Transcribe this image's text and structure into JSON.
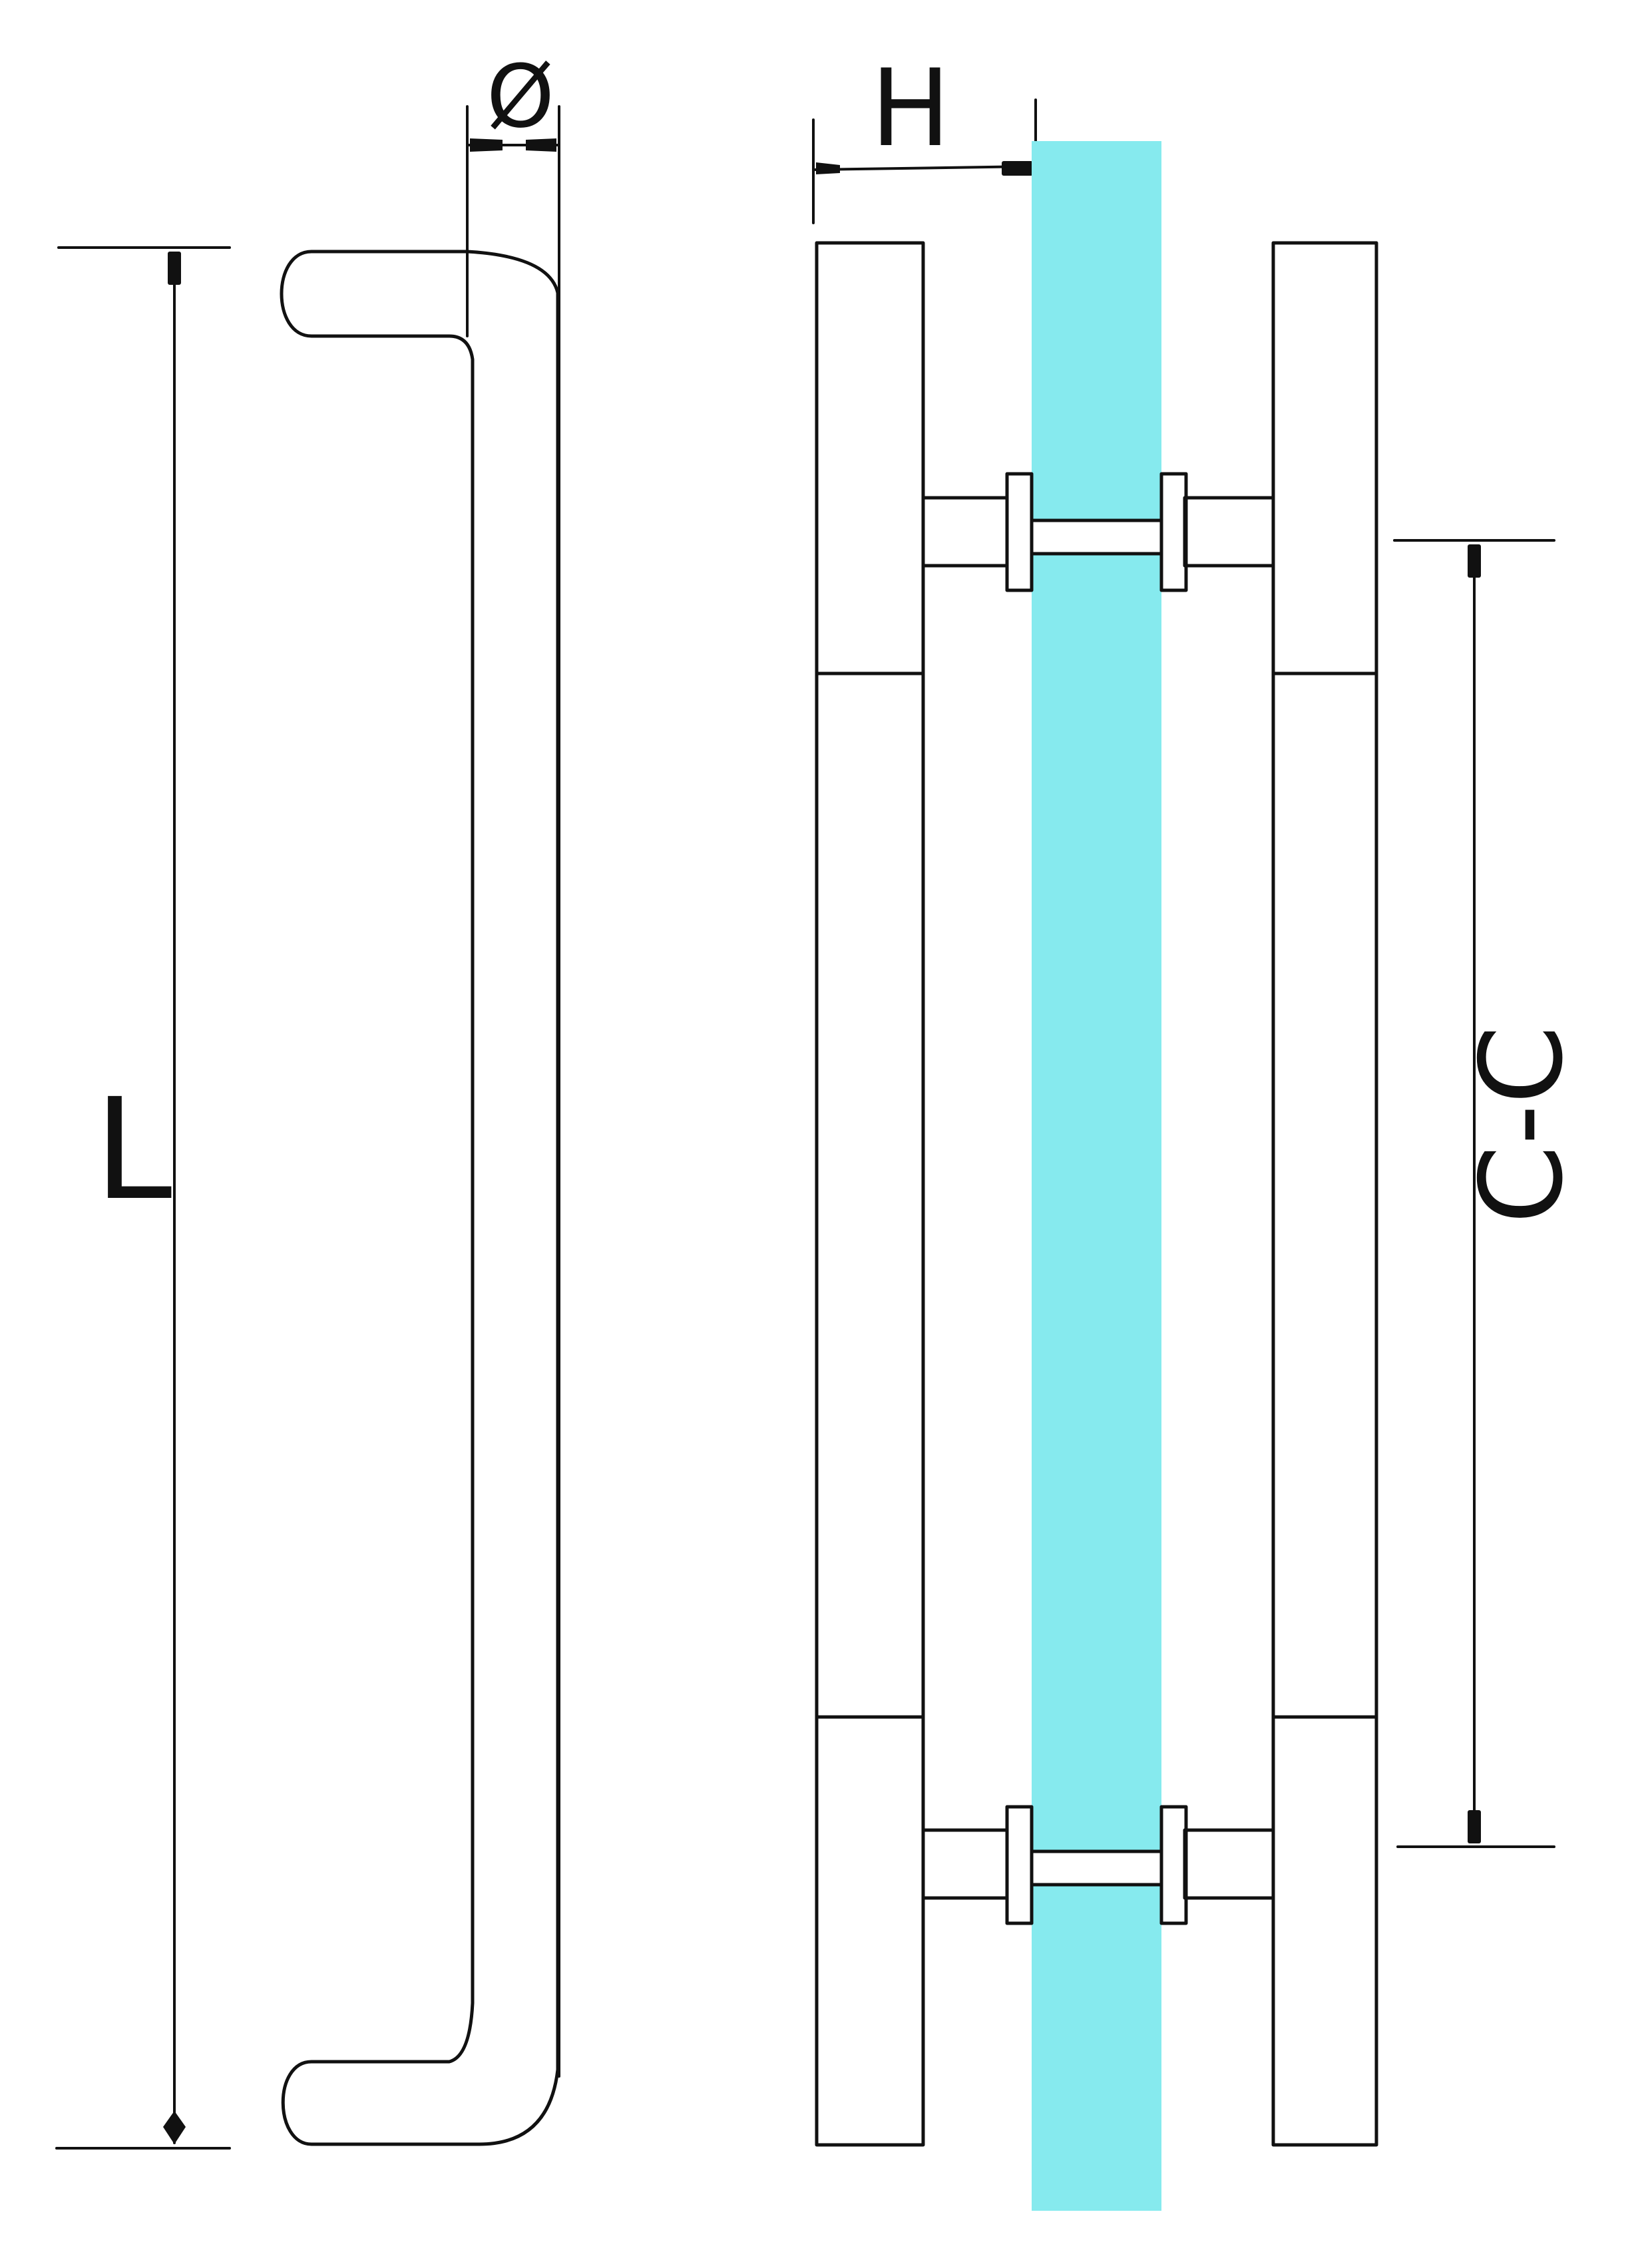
{
  "dimensions": {
    "length_label": "L",
    "diameter_label": "Ø",
    "height_label": "H",
    "center_to_center_label": "C-C"
  },
  "colors": {
    "glass": "#86EAEE",
    "line": "#111111",
    "background": "#FFFFFF"
  }
}
